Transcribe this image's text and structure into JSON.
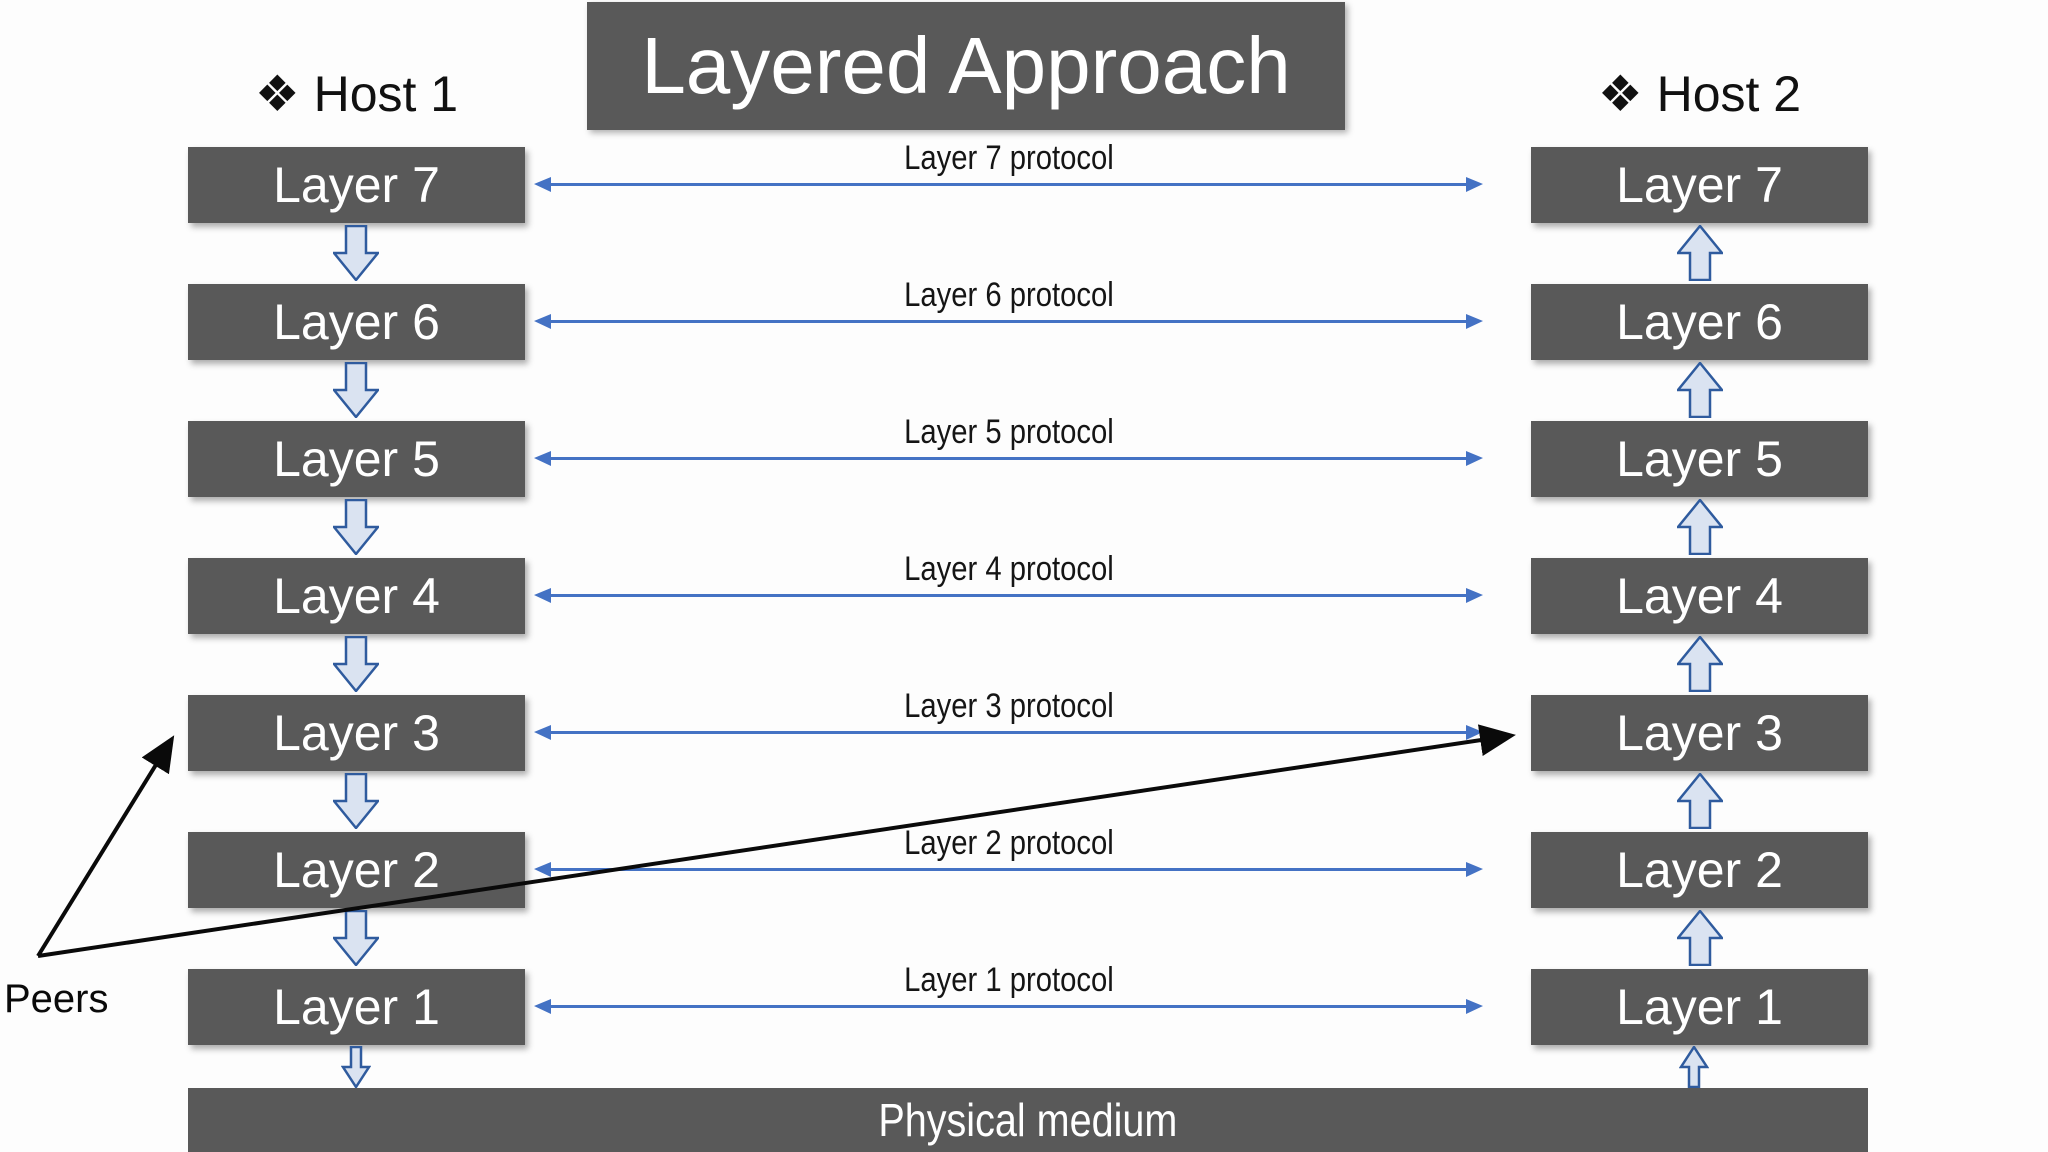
{
  "title": "Layered Approach",
  "hosts": {
    "host1": "❖ Host 1",
    "host2": "❖ Host 2"
  },
  "layers": [
    {
      "left": "Layer 7",
      "right": "Layer 7",
      "protocol": "Layer 7 protocol"
    },
    {
      "left": "Layer 6",
      "right": "Layer 6",
      "protocol": "Layer 6 protocol"
    },
    {
      "left": "Layer 5",
      "right": "Layer 5",
      "protocol": "Layer 5 protocol"
    },
    {
      "left": "Layer 4",
      "right": "Layer 4",
      "protocol": "Layer 4 protocol"
    },
    {
      "left": "Layer 3",
      "right": "Layer 3",
      "protocol": "Layer 3 protocol"
    },
    {
      "left": "Layer 2",
      "right": "Layer 2",
      "protocol": "Layer 2 protocol"
    },
    {
      "left": "Layer 1",
      "right": "Layer 1",
      "protocol": "Layer 1 protocol"
    }
  ],
  "physical_medium_label": "Physical medium",
  "peers_label": "Peers",
  "colors": {
    "box_gray": "#595959",
    "arrow_blue": "#4472c4",
    "block_arrow_fill": "#dae3f1",
    "block_arrow_stroke": "#2f5b9e",
    "peer_arrow_black": "#0a0a0a"
  }
}
